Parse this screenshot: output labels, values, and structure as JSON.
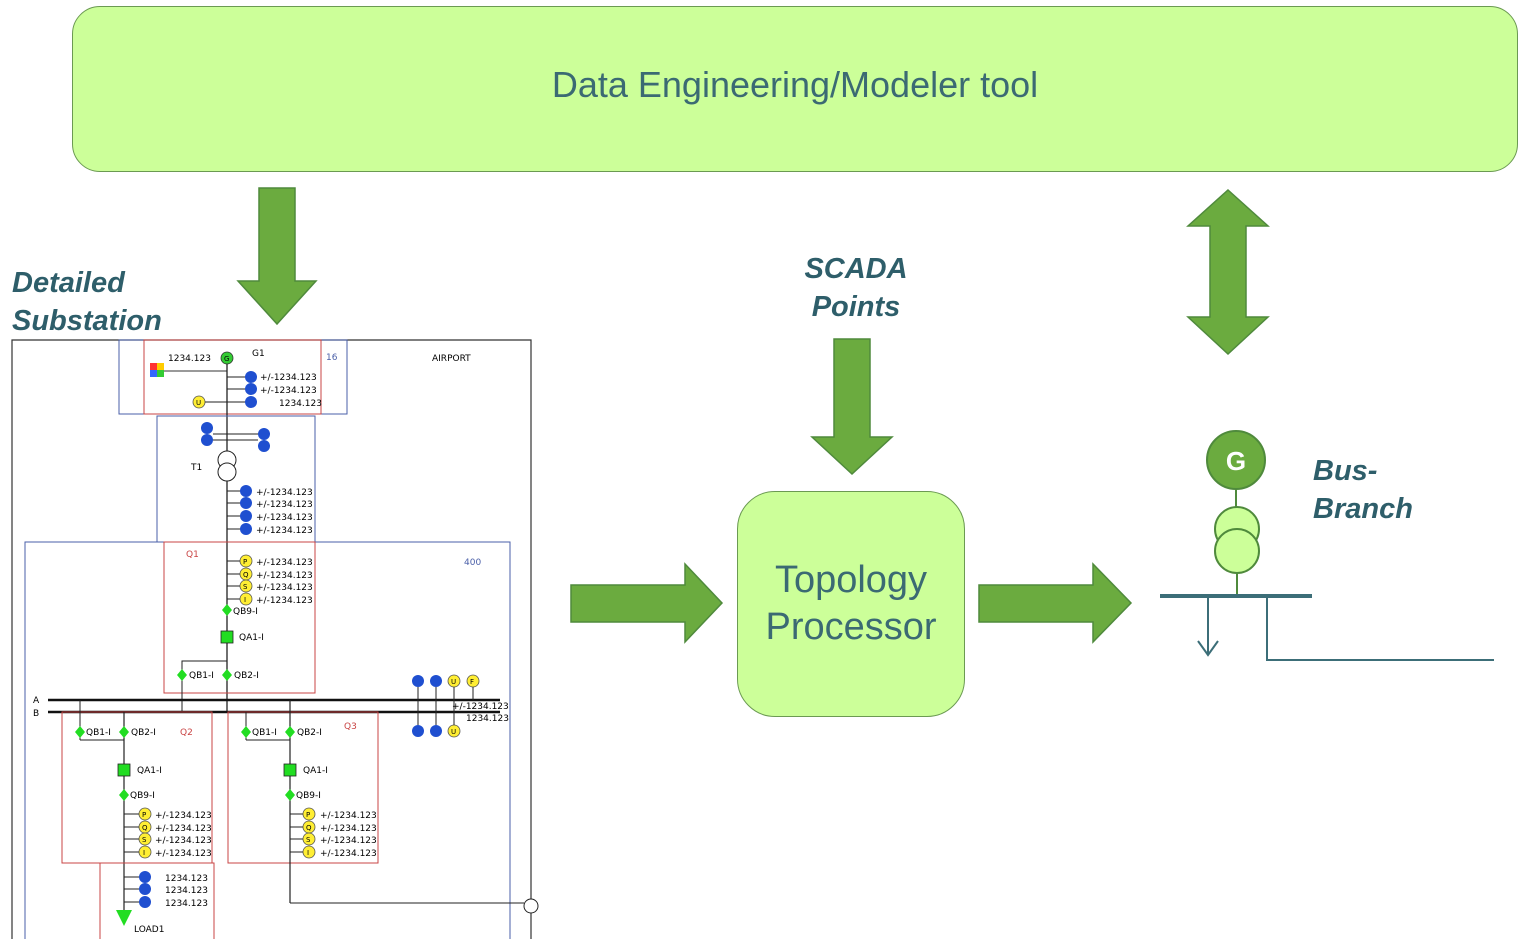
{
  "top_tool": {
    "label": "Data Engineering/Modeler tool"
  },
  "labels": {
    "detailed": "Detailed",
    "substation": "Substation",
    "scada_line1": "SCADA",
    "scada_line2": "Points",
    "bus_line1": "Bus-",
    "bus_line2": "Branch"
  },
  "topology": {
    "line1": "Topology",
    "line2": "Processor"
  },
  "bus_branch": {
    "generator_label": "G"
  },
  "substation": {
    "g1": "G1",
    "g_marker": "G",
    "number_16": "16",
    "airport": "AIRPORT",
    "val_1234": "1234.123",
    "pm_1234": "+/-1234.123",
    "u_marker": "U",
    "t1": "T1",
    "q1": "Q1",
    "q2": "Q2",
    "q3": "Q3",
    "num_400": "400",
    "p": "P",
    "q": "Q",
    "s": "S",
    "i": "I",
    "f": "F",
    "qb9": "QB9-I",
    "qa1": "QA1-I",
    "qb1": "QB1-I",
    "qb2": "QB2-I",
    "bus_a": "A",
    "bus_b": "B",
    "load1": "LOAD1"
  },
  "colors": {
    "panel_fill": "#ccff99",
    "arrow_green": "#6bab3f",
    "dark_green": "#4f8a3c",
    "text_teal": "#3b6a73",
    "bus_line": "#3c6e78"
  }
}
